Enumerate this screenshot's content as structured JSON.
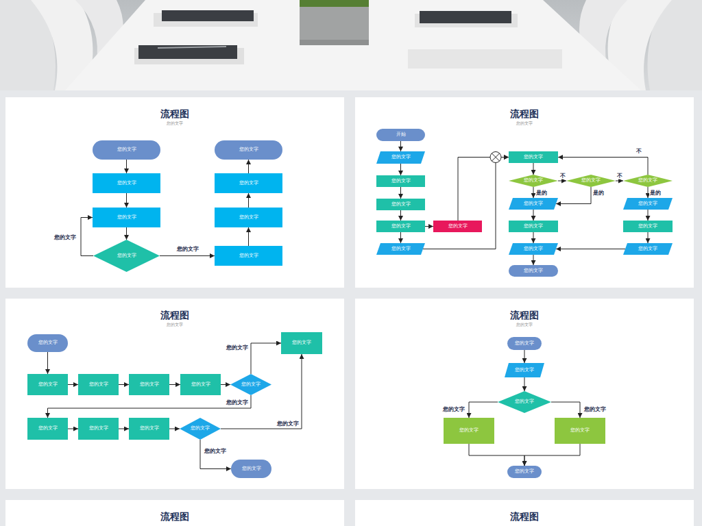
{
  "diagram": {
    "title": "流程图",
    "nodes": [
      {
        "text": [
          "您的文字"
        ]
      },
      {
        "text": [
          "您的文字"
        ]
      },
      {
        "text": [
          "您的文字"
        ]
      },
      {
        "text": [
          "您的文字"
        ]
      },
      {
        "text": [
          "您的文字"
        ]
      },
      {
        "text": [
          "您的文字"
        ]
      },
      {
        "text": [
          "您的文字"
        ]
      },
      {
        "text": [
          "您的文字"
        ]
      },
      {
        "text": [
          "开始"
        ]
      },
      {
        "text": [
          "您的文字"
        ]
      },
      {
        "text": [
          "您的文字"
        ]
      },
      {
        "text": [
          "您的文字"
        ]
      },
      {
        "text": [
          "您的文字"
        ]
      },
      {
        "text": [
          "您的文字"
        ]
      },
      {
        "text": [
          "您的文字"
        ]
      },
      {
        "text": [
          "您的文字"
        ]
      },
      {
        "text": [
          "您的文字"
        ]
      },
      {
        "text": [
          "您的文字"
        ]
      },
      {
        "text": [
          "您的文字"
        ]
      },
      {
        "text": [
          "您的文字"
        ]
      },
      {
        "text": [
          "您的文字"
        ]
      },
      {
        "text": [
          "您的文字"
        ]
      },
      {
        "text": [
          "您的文字"
        ]
      },
      {
        "text": [
          "您的文字"
        ]
      },
      {
        "text": [
          "您的文字"
        ]
      },
      {
        "text": [
          "您的文字"
        ]
      },
      {
        "text": [
          "您的文字"
        ]
      },
      {
        "text": [
          "您的文字"
        ]
      },
      {
        "text": [
          "您的文字"
        ]
      },
      {
        "text": [
          "您的文字"
        ]
      },
      {
        "text": [
          "您的文字"
        ]
      },
      {
        "text": [
          "您的文字"
        ]
      },
      {
        "text": [
          "您的文字"
        ]
      },
      {
        "text": [
          "您的文字"
        ]
      },
      {
        "text": [
          "您的文字"
        ]
      },
      {
        "text": [
          "您的文字"
        ]
      },
      {
        "text": [
          "您的文字"
        ]
      },
      {
        "text": [
          "您的文字"
        ]
      },
      {
        "text": [
          "您的文字"
        ]
      },
      {
        "text": [
          "您的文字"
        ]
      },
      {
        "text": [
          "您的文字"
        ]
      },
      {
        "text": [
          "您的文字"
        ]
      },
      {
        "text": [
          "您的文字"
        ]
      },
      {
        "text": [
          "您的文字"
        ]
      }
    ],
    "edges": [
      {
        "from": 0,
        "to": 1,
        "arrow": "to"
      },
      {
        "from": 1,
        "to": 2,
        "arrow": "to"
      },
      {
        "from": 2,
        "to": 3,
        "arrow": "to"
      },
      {
        "from": 3,
        "to": 2,
        "label": "您的文字",
        "arrow": "to"
      },
      {
        "from": 3,
        "to": 7,
        "label": "您的文字",
        "arrow": "to"
      },
      {
        "from": 7,
        "to": 6,
        "arrow": "to"
      },
      {
        "from": 6,
        "to": 5,
        "arrow": "to"
      },
      {
        "from": 5,
        "to": 4,
        "arrow": "to"
      },
      {
        "from": 8,
        "to": 9,
        "arrow": "to"
      },
      {
        "from": 9,
        "to": 10,
        "arrow": "to"
      },
      {
        "from": 10,
        "to": 11,
        "arrow": "to"
      },
      {
        "from": 11,
        "to": 12,
        "arrow": "to"
      },
      {
        "from": 12,
        "to": 13,
        "arrow": "to"
      },
      {
        "from": 12,
        "to": 14,
        "arrow": "to"
      },
      {
        "from": 14,
        "to": 15,
        "arrow": "to"
      },
      {
        "from": 13,
        "to": 15,
        "arrow": "to"
      },
      {
        "from": 15,
        "to": 16,
        "arrow": "to"
      },
      {
        "from": 16,
        "to": 17,
        "label": "不",
        "arrow": "to"
      },
      {
        "from": 17,
        "to": 18,
        "label": "不",
        "arrow": "to"
      },
      {
        "from": 18,
        "to": 15,
        "label": "不",
        "arrow": "to"
      },
      {
        "from": 16,
        "to": 19,
        "label": "是的",
        "arrow": "to"
      },
      {
        "from": 17,
        "to": 19,
        "label": "是的",
        "arrow": "to"
      },
      {
        "from": 18,
        "to": 20,
        "label": "是的",
        "arrow": "to"
      },
      {
        "from": 19,
        "to": 21,
        "arrow": "to"
      },
      {
        "from": 21,
        "to": 23,
        "arrow": "to"
      },
      {
        "from": 23,
        "to": 25,
        "arrow": "to"
      },
      {
        "from": 20,
        "to": 22,
        "arrow": "to"
      },
      {
        "from": 22,
        "to": 24,
        "arrow": "to"
      },
      {
        "from": 24,
        "to": 23,
        "arrow": "to"
      },
      {
        "from": 26,
        "to": 27,
        "arrow": "to"
      },
      {
        "from": 27,
        "to": 28,
        "arrow": "to"
      },
      {
        "from": 28,
        "to": 29,
        "arrow": "to"
      },
      {
        "from": 29,
        "to": 30,
        "arrow": "to"
      },
      {
        "from": 30,
        "to": 31,
        "arrow": "to"
      },
      {
        "from": 31,
        "to": 32,
        "label": "您的文字",
        "arrow": "to"
      },
      {
        "from": 31,
        "to": 33,
        "label": "您的文字",
        "arrow": "to"
      },
      {
        "from": 33,
        "to": 34,
        "arrow": "to"
      },
      {
        "from": 34,
        "to": 35,
        "arrow": "to"
      },
      {
        "from": 35,
        "to": 36,
        "arrow": "to"
      },
      {
        "from": 36,
        "to": 32,
        "label": "您的文字",
        "arrow": "to"
      },
      {
        "from": 36,
        "to": 37,
        "label": "您的文字",
        "arrow": "to"
      },
      {
        "from": 38,
        "to": 39,
        "arrow": "to"
      },
      {
        "from": 39,
        "to": 40,
        "arrow": "to"
      },
      {
        "from": 40,
        "to": 41,
        "label": "您的文字",
        "arrow": "to"
      },
      {
        "from": 40,
        "to": 42,
        "label": "您的文字",
        "arrow": "to"
      },
      {
        "from": 41,
        "to": 43,
        "arrow": "to"
      },
      {
        "from": 42,
        "to": 43,
        "arrow": "to"
      }
    ],
    "labels": [
      "您的文字",
      "流程图",
      "您的文字",
      "流程图",
      "您的文字",
      "流程图",
      "您的文字",
      "流程图",
      "流程图"
    ]
  }
}
